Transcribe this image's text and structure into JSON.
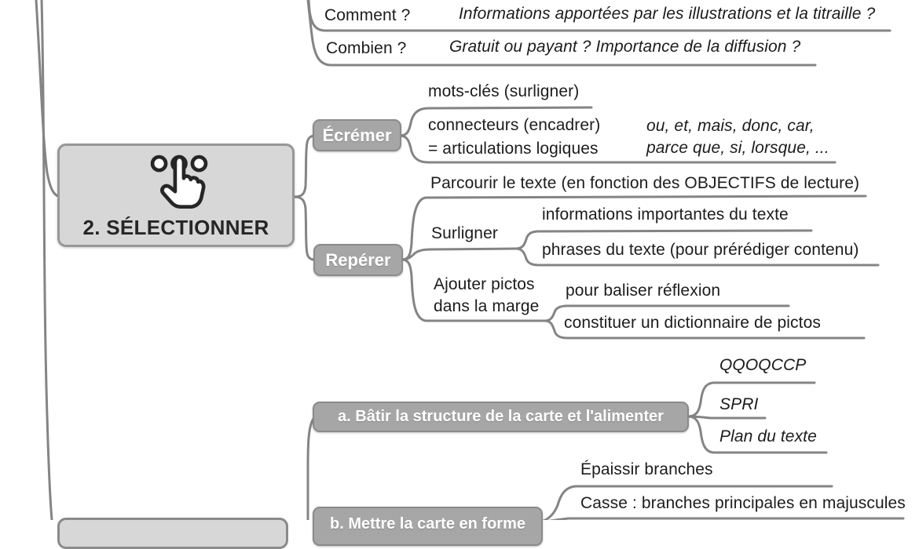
{
  "palette": {
    "branch_line": "#848484",
    "node_fill": "#a6a6a6",
    "node_border": "#8b8b8b",
    "main_fill": "#d7d7d7",
    "text": "#1c1c1c",
    "node_text": "#ffffff"
  },
  "main_node": {
    "label": "2. SÉLECTIONNER",
    "icon": "tap-select-icon"
  },
  "top_branch": {
    "items": [
      {
        "label": "Comment ?",
        "detail": "Informations apportées par les illustrations et la titraille ?"
      },
      {
        "label": "Combien ?",
        "detail": "Gratuit ou payant ? Importance de la diffusion ?"
      }
    ]
  },
  "ecremer": {
    "label": "Écrémer",
    "keywords": "mots-clés (surligner)",
    "connectors": "connecteurs (encadrer)\n= articulations logiques",
    "connector_examples": "ou, et, mais, donc, car,\nparce que, si, lorsque, ..."
  },
  "reperer": {
    "label": "Repérer",
    "parcourir": "Parcourir le texte (en fonction des OBJECTIFS de lecture)",
    "surligner": {
      "label": "Surligner",
      "children": [
        "informations importantes du texte",
        "phrases du texte (pour prérédiger contenu)"
      ]
    },
    "pictos": {
      "label": "Ajouter pictos\ndans la marge",
      "children": [
        "pour baliser réflexion",
        "constituer un dictionnaire de pictos"
      ]
    }
  },
  "batir": {
    "label": "a. Bâtir la structure de la carte et l'alimenter",
    "children": [
      "QQOQCCP",
      "SPRI",
      "Plan du texte"
    ]
  },
  "mettre": {
    "label": "b. Mettre la carte en forme",
    "children": [
      "Épaissir branches",
      "Casse : branches principales en majuscules"
    ]
  }
}
